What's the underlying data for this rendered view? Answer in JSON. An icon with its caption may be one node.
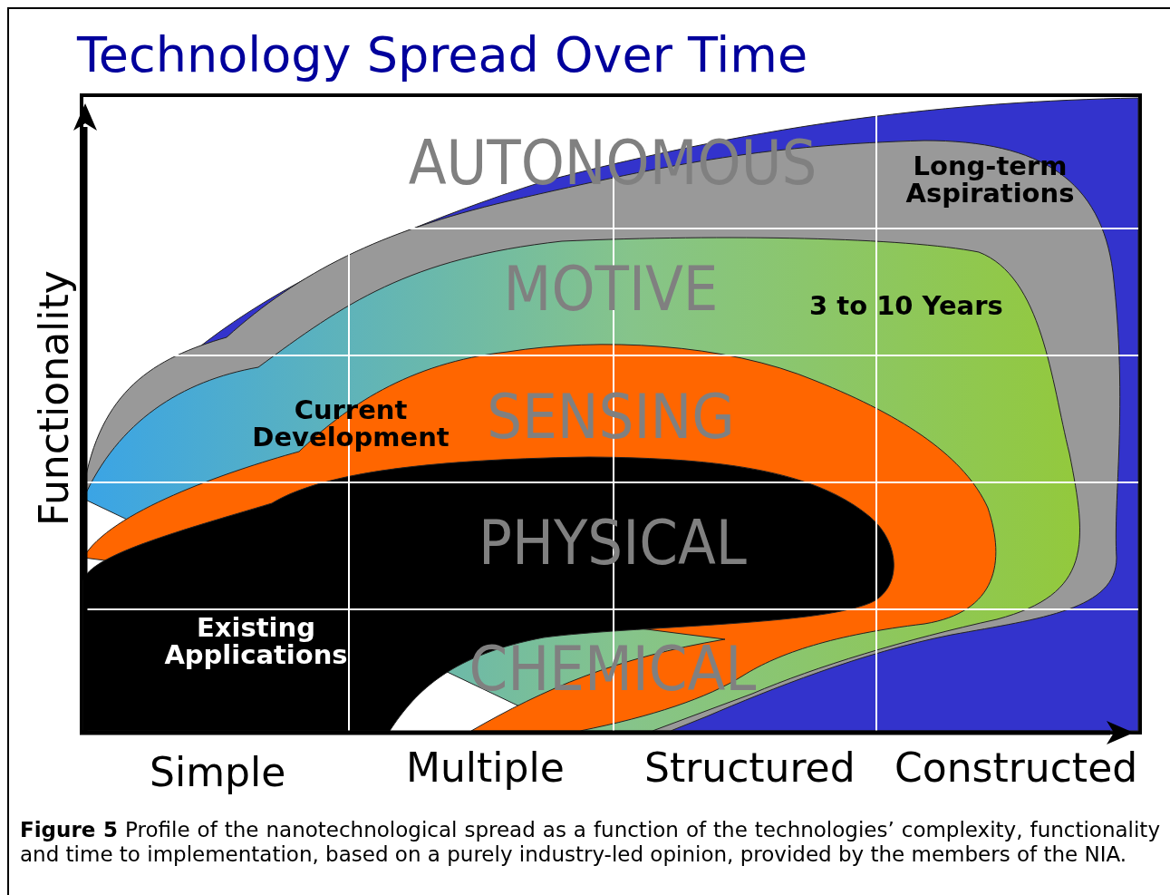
{
  "diagram": {
    "title": "Technology Spread Over Time",
    "caption": "**Figure 5** Profile of the nanotechnological spread as a function of the technologies’ complexity, functionality and time to implementation, based on a purely industry-led opinion, provided by the members of the NIA.",
    "labels": [
      "AUTONOMOUS",
      "Long-term Aspirations",
      "MOTIVE",
      "3 to 10 Years",
      "Current Development",
      "SENSING",
      "PHYSICAL",
      "Existing Applications",
      "CHEMICAL",
      "Functionality",
      "Simple",
      "Multiple",
      "Structured",
      "Constructed"
    ]
  }
}
